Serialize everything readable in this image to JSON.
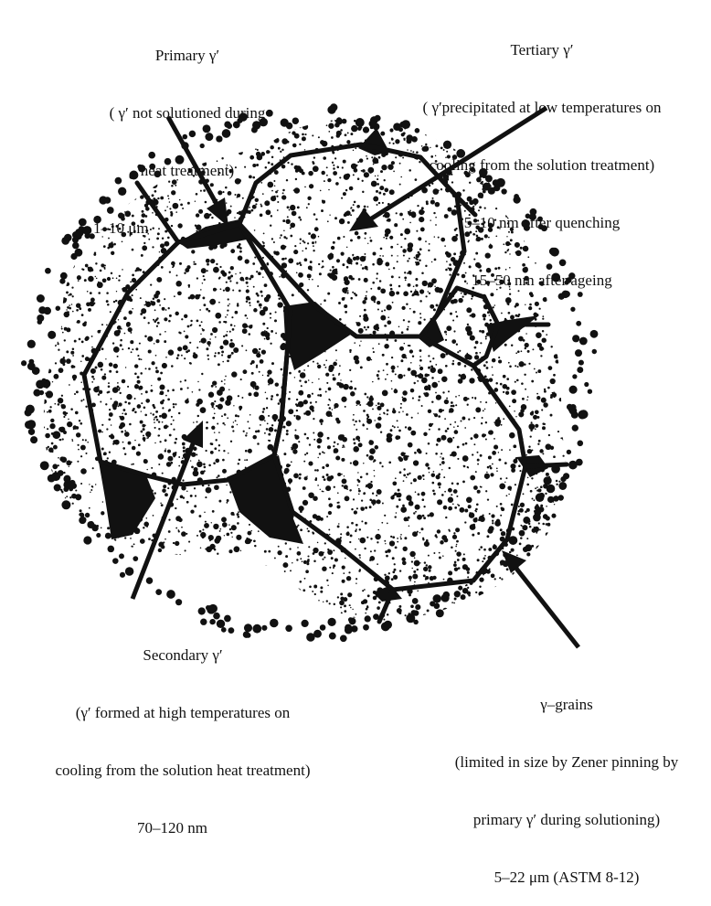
{
  "labels": {
    "primary": {
      "title": "Primary γ′",
      "line1": "( γ′ not solutioned during",
      "line2": "heat treatment)",
      "line3": "1–10 μm"
    },
    "tertiary": {
      "title": "Tertiary γ′",
      "line1": "( γ′precipitated at low temperatures on",
      "line2": "cooling from the solution treatment)",
      "line3": "5–10 nm after quenching",
      "line4": "15–50 nm after ageing"
    },
    "secondary": {
      "title": "Secondary γ′",
      "line1": "(γ′ formed at high temperatures on",
      "line2": "cooling from the solution heat treatment)",
      "line3": "70–120 nm"
    },
    "grains": {
      "title": "γ–grains",
      "line1": "(limited in size by Zener pinning by",
      "line2": "primary γ′ during solutioning)",
      "line3": "5–22 μm (ASTM 8-12)"
    }
  },
  "colors": {
    "ink": "#111111",
    "background": "#ffffff"
  },
  "figure": {
    "grain_count": 5
  }
}
